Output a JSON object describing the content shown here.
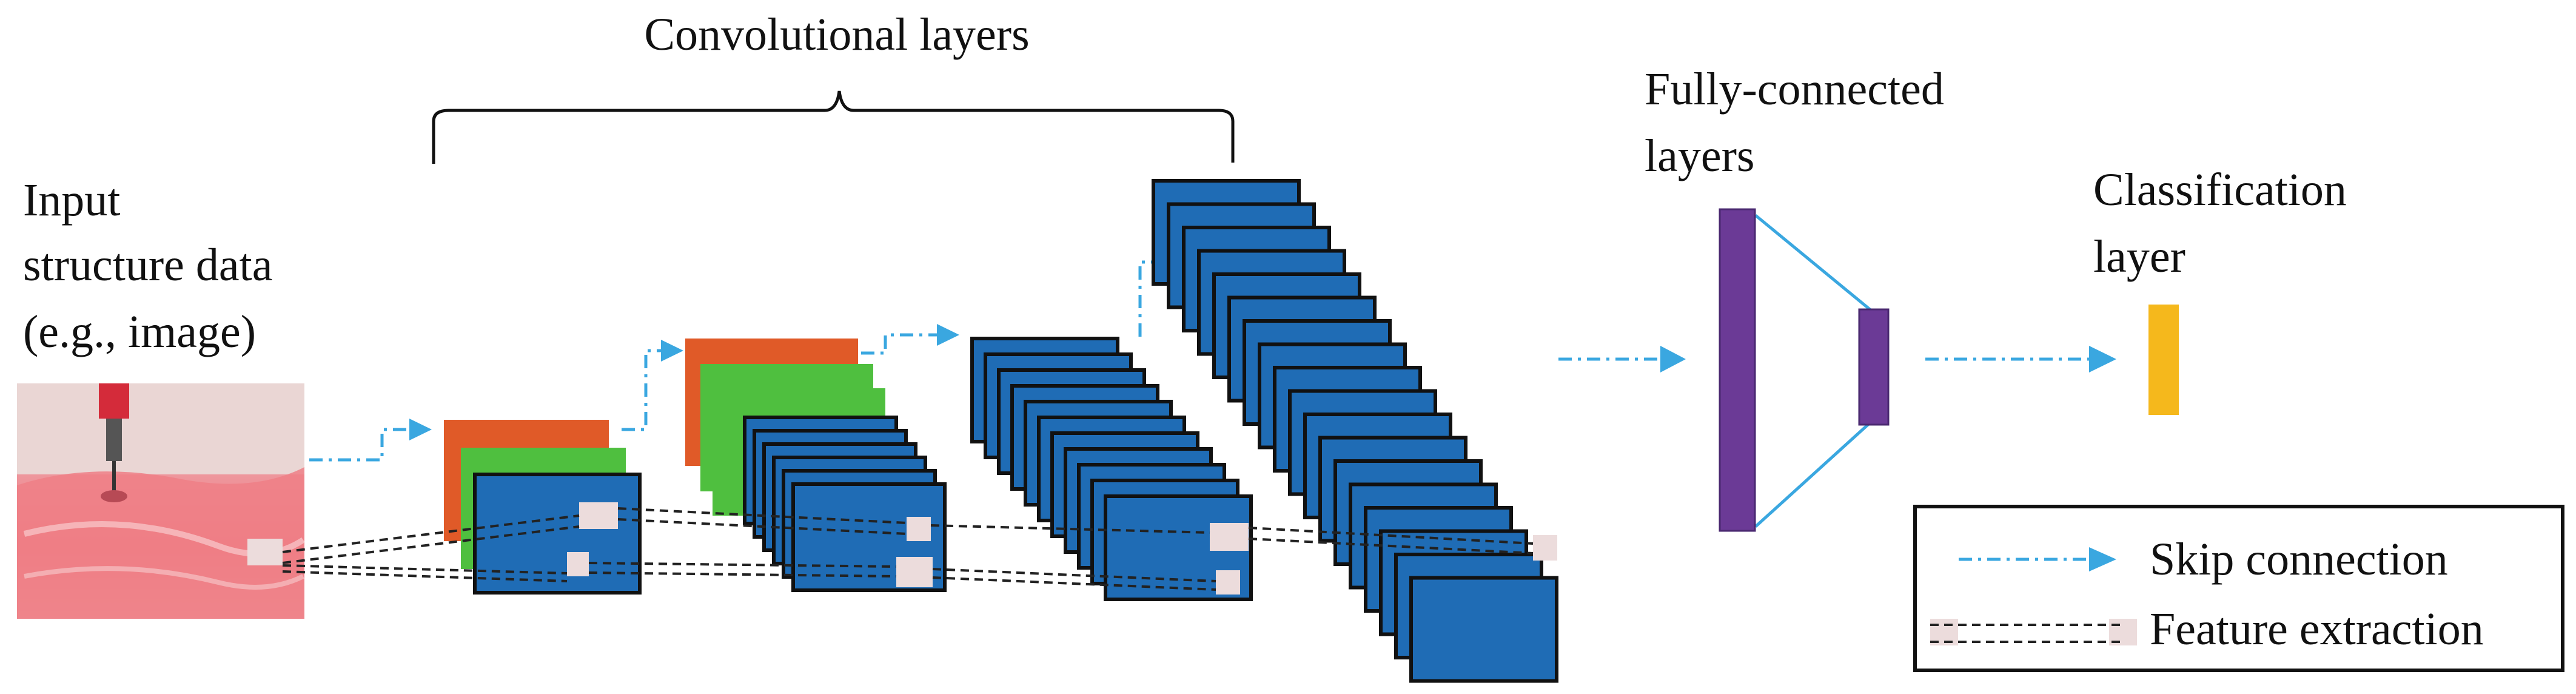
{
  "labels": {
    "conv_layers": "Convolutional layers",
    "input_line1": "Input",
    "input_line2": "structure data",
    "input_line3": "(e.g., image)",
    "fc_line1": "Fully-connected",
    "fc_line2": "layers",
    "cls_line1": "Classification",
    "cls_line2": "layer"
  },
  "legend": {
    "skip": "Skip connection",
    "feature": "Feature extraction"
  },
  "colors": {
    "feature_map_blue": "#1f6cb5",
    "feature_map_orange": "#e05a28",
    "feature_map_green": "#4fbf3f",
    "fc_purple": "#6b3a96",
    "cls_orange": "#f5b81c",
    "skip_arrow": "#3aa7e0",
    "extraction_patch": "#ecdcdc"
  }
}
